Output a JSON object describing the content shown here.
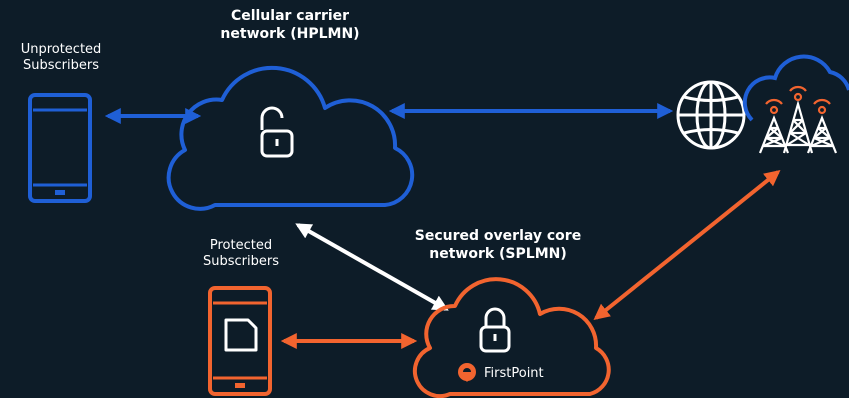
{
  "labels": {
    "hplmn_line1": "Cellular carrier",
    "hplmn_line2": "network (HPLMN)",
    "unprotected_line1": "Unprotected",
    "unprotected_line2": "Subscribers",
    "protected_line1": "Protected",
    "protected_line2": "Subscribers",
    "splmn_line1": "Secured overlay core",
    "splmn_line2": "network (SPLMN)",
    "brand": "FirstPoint"
  },
  "icons": {
    "unprotected_phone": "phone-icon",
    "protected_phone": "phone-with-sim-icon",
    "hplmn_cloud": "cloud-icon",
    "hplmn_lock": "unlocked-padlock-icon",
    "splmn_cloud": "cloud-icon",
    "splmn_lock": "locked-padlock-icon",
    "internet": "globe-icon",
    "towers": "cell-tower-icon",
    "brand_logo": "firstpoint-logo-icon"
  },
  "colors": {
    "background": "#0d1c28",
    "unprotected": "#1f5fd6",
    "protected": "#f2642f",
    "neutral": "#ffffff"
  }
}
